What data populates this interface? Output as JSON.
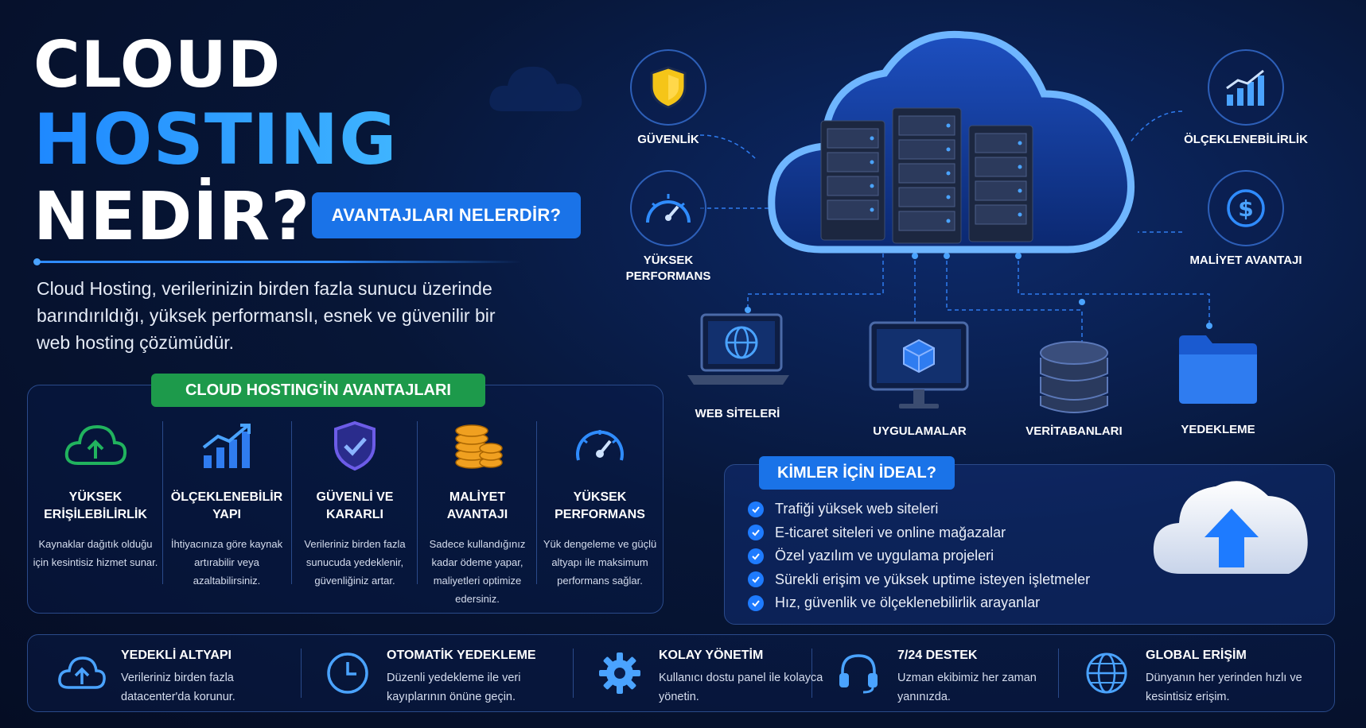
{
  "title": {
    "line1": "CLOUD",
    "line2": "HOSTING",
    "line3": "NEDİR?",
    "badge": "AVANTAJLARI NELERDİR?"
  },
  "intro": "Cloud Hosting, verilerinizin birden fazla sunucu üzerinde barındırıldığı, yüksek performanslı, esnek ve güvenilir bir web hosting çözümüdür.",
  "advantages": {
    "heading": "CLOUD HOSTING'İN AVANTAJLARI",
    "items": [
      {
        "title": "YÜKSEK ERİŞİLEBİLİRLİK",
        "desc": "Kaynaklar dağıtık olduğu için kesintisiz hizmet sunar.",
        "icon": "cloud-upload-icon"
      },
      {
        "title": "ÖLÇEKLENEBİLİR YAPI",
        "desc": "İhtiyacınıza göre kaynak artırabilir veya azaltabilirsiniz.",
        "icon": "growth-chart-icon"
      },
      {
        "title": "GÜVENLİ VE KARARLI",
        "desc": "Verileriniz birden fazla sunucuda yedeklenir, güvenliğiniz artar.",
        "icon": "shield-check-icon"
      },
      {
        "title": "MALİYET AVANTAJI",
        "desc": "Sadece kullandığınız kadar ödeme yapar, maliyetleri optimize edersiniz.",
        "icon": "coins-icon"
      },
      {
        "title": "YÜKSEK PERFORMANS",
        "desc": "Yük dengeleme ve güçlü altyapı ile maksimum performans sağlar.",
        "icon": "speedometer-icon"
      }
    ]
  },
  "diagram": {
    "features": [
      {
        "label": "GÜVENLİK",
        "icon": "shield-icon"
      },
      {
        "label": "YÜKSEK PERFORMANS",
        "icon": "speedometer-icon"
      },
      {
        "label": "ÖLÇEKLENEBİLİRLİK",
        "icon": "growth-chart-icon"
      },
      {
        "label": "MALİYET AVANTAJI",
        "icon": "dollar-icon"
      }
    ],
    "devices": [
      {
        "label": "WEB SİTELERİ",
        "icon": "laptop-globe-icon"
      },
      {
        "label": "UYGULAMALAR",
        "icon": "monitor-cube-icon"
      },
      {
        "label": "VERİTABANLARI",
        "icon": "database-icon"
      },
      {
        "label": "YEDEKLEME",
        "icon": "folder-icon"
      }
    ]
  },
  "who": {
    "heading": "KİMLER İÇİN İDEAL?",
    "items": [
      "Trafiği yüksek web siteleri",
      "E-ticaret siteleri ve online mağazalar",
      "Özel yazılım ve uygulama projeleri",
      "Sürekli erişim ve yüksek uptime isteyen işletmeler",
      "Hız, güvenlik ve ölçeklenebilirlik arayanlar"
    ]
  },
  "bottom": [
    {
      "title": "YEDEKLİ ALTYAPI",
      "desc": "Verileriniz birden fazla datacenter'da korunur.",
      "icon": "cloud-upload-icon"
    },
    {
      "title": "OTOMATİK YEDEKLEME",
      "desc": "Düzenli yedekleme ile veri kayıplarının önüne geçin.",
      "icon": "clock-icon"
    },
    {
      "title": "KOLAY YÖNETİM",
      "desc": "Kullanıcı dostu panel ile kolayca yönetin.",
      "icon": "gear-icon"
    },
    {
      "title": "7/24 DESTEK",
      "desc": "Uzman ekibimiz her zaman yanınızda.",
      "icon": "headset-icon"
    },
    {
      "title": "GLOBAL ERİŞİM",
      "desc": "Dünyanın her yerinden hızlı ve kesintisiz erişim.",
      "icon": "globe-icon"
    }
  ],
  "colors": {
    "background": "#071637",
    "accent_blue": "#1a73e8",
    "accent_green": "#1d9a4b",
    "accent_gold": "#f0a020"
  }
}
